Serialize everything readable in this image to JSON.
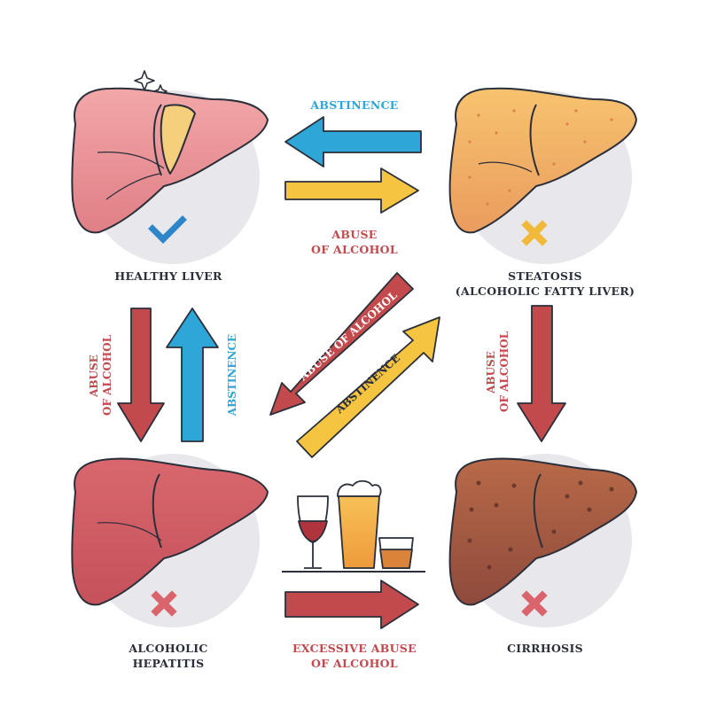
{
  "nodes": {
    "healthy": "HEALTHY LIVER",
    "steatosis_line1": "STEATOSIS",
    "steatosis_line2": "(ALCOHOLIC FATTY LIVER)",
    "hepatitis_line1": "ALCOHOLIC",
    "hepatitis_line2": "HEPATITIS",
    "cirrhosis": "CIRRHOSIS"
  },
  "arrows": {
    "top_abstinence": "ABSTINENCE",
    "top_abuse_line1": "ABUSE",
    "top_abuse_line2": "OF ALCOHOL",
    "left_abuse_line1": "ABUSE",
    "left_abuse_line2": "OF ALCOHOL",
    "left_abstinence": "ABSTINENCE",
    "diag_abuse": "ABUSE OF ALCOHOL",
    "diag_abstinence": "ABSTINENCE",
    "right_abuse_line1": "ABUSE",
    "right_abuse_line2": "OF ALCOHOL",
    "bottom_line1": "EXCESSIVE ABUSE",
    "bottom_line2": "OF ALCOHOL"
  },
  "colors": {
    "blue": "#2ea6d8",
    "yellow": "#f5c542",
    "red": "#c24a4d",
    "dark": "#2a2f3a",
    "circle": "#e8e8ec"
  },
  "icons": {
    "healthy": "check-icon",
    "steatosis": "cross-icon",
    "hepatitis": "cross-icon",
    "cirrhosis": "cross-icon"
  }
}
